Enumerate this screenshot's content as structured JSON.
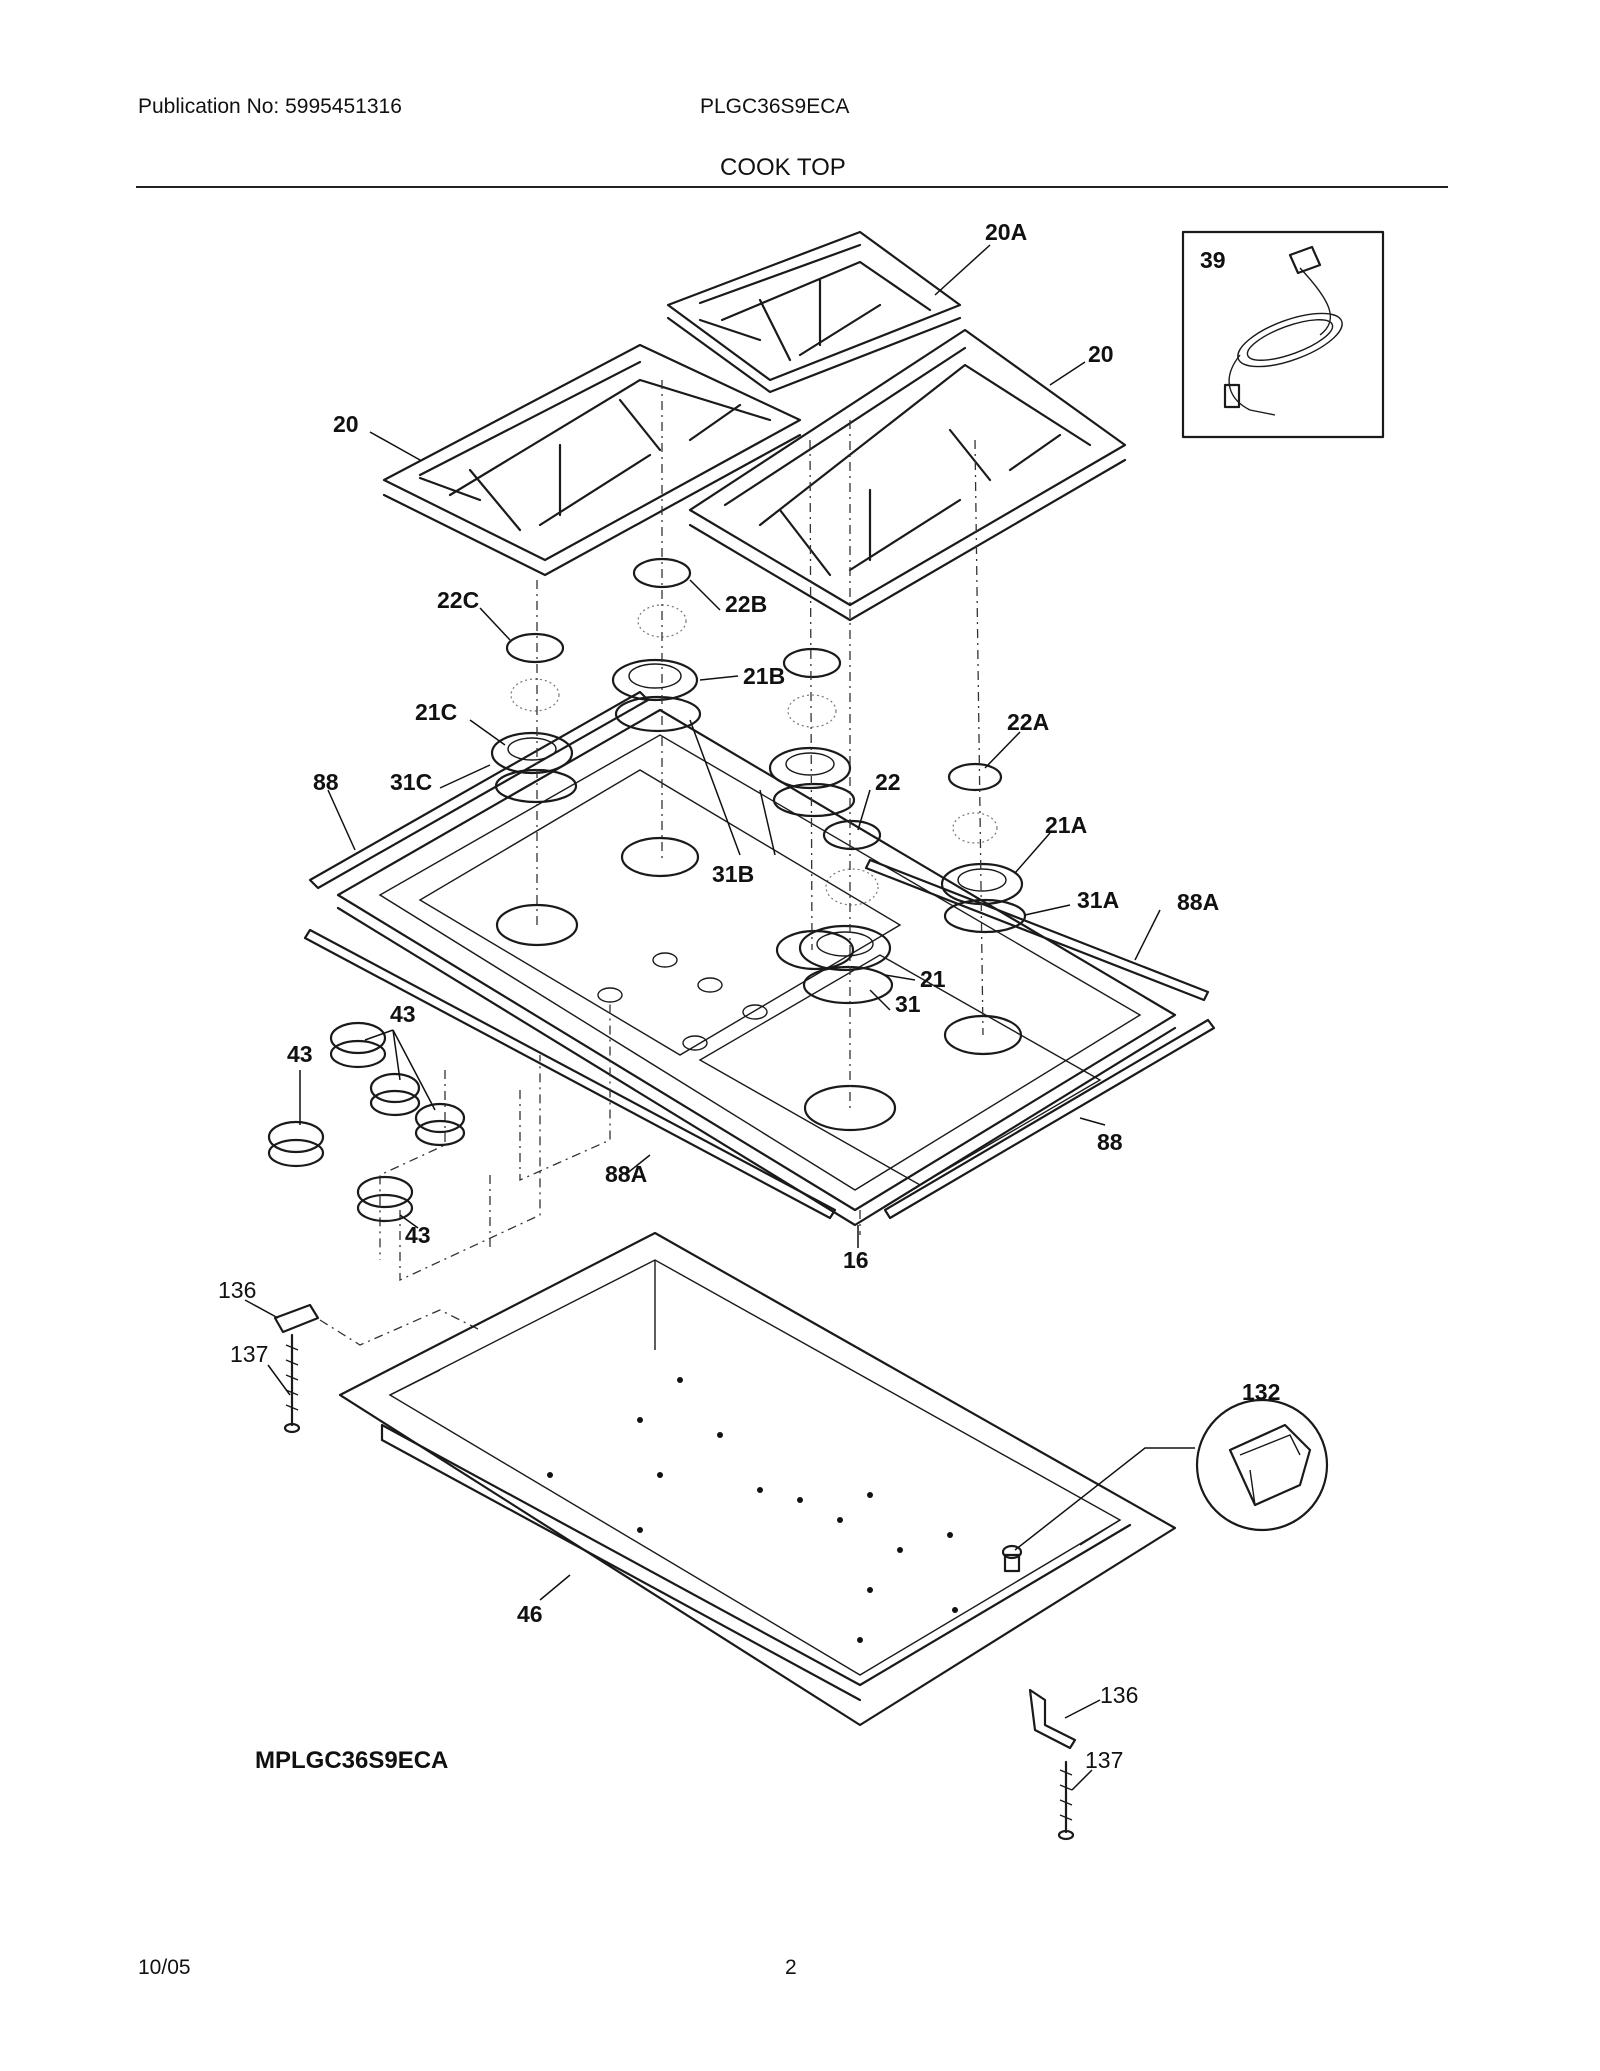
{
  "header": {
    "publication": "Publication No: 5995451316",
    "model": "PLGC36S9ECA",
    "section": "COOK TOP"
  },
  "footer": {
    "date": "10/05",
    "page": "2"
  },
  "diagram": {
    "model_code": "MPLGC36S9ECA",
    "callouts": {
      "c20A": "20A",
      "c20L": "20",
      "c20R": "20",
      "c39": "39",
      "c22C": "22C",
      "c22B": "22B",
      "c21B": "21B",
      "c21C": "21C",
      "c22A": "22A",
      "c88L": "88",
      "c31C": "31C",
      "c22": "22",
      "c21A": "21A",
      "c31B": "31B",
      "c31A": "31A",
      "c88A_R": "88A",
      "c21": "21",
      "c43a": "43",
      "c43b": "43",
      "c31": "31",
      "c88R": "88",
      "c88A_B": "88A",
      "c43c": "43",
      "c16": "16",
      "c136a": "136",
      "c137a": "137",
      "c132": "132",
      "c46": "46",
      "c136b": "136",
      "c137b": "137"
    }
  }
}
